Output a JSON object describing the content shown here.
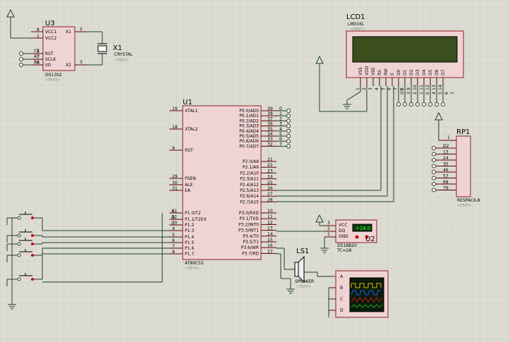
{
  "components": {
    "u3": {
      "ref": "U3",
      "part": "DS1302",
      "text": "<TEXT>",
      "pins_left": [
        {
          "num": "8",
          "name": "VCC1"
        },
        {
          "num": "1",
          "name": "VCC2"
        },
        {
          "num": "5",
          "name": "RST"
        },
        {
          "num": "7",
          "name": "SCLK"
        },
        {
          "num": "6",
          "name": "I/O"
        }
      ],
      "pins_right": [
        {
          "num": "2",
          "name": "X1"
        },
        {
          "num": "3",
          "name": "X2"
        }
      ],
      "net_labels": [
        "C5",
        "A7",
        "B6"
      ]
    },
    "x1": {
      "ref": "X1",
      "part": "CRYSTAL",
      "text": "<TEXT>"
    },
    "lcd1": {
      "ref": "LCD1",
      "part": "LM016L",
      "text": "<TEXT>",
      "pins": [
        {
          "name": "VSS",
          "num": "1"
        },
        {
          "name": "VDD",
          "num": "2"
        },
        {
          "name": "VEE",
          "num": "3"
        },
        {
          "name": "RS",
          "num": "4"
        },
        {
          "name": "RW",
          "num": "5"
        },
        {
          "name": "E",
          "num": "6"
        },
        {
          "name": "D0",
          "num": "7"
        },
        {
          "name": "D1",
          "num": "8"
        },
        {
          "name": "D2",
          "num": "9"
        },
        {
          "name": "D3",
          "num": "10"
        },
        {
          "name": "D4",
          "num": "11"
        },
        {
          "name": "D5",
          "num": "12"
        },
        {
          "name": "D6",
          "num": "13"
        },
        {
          "name": "D7",
          "num": "14"
        }
      ],
      "bus_labels": [
        "D7",
        "3",
        "2",
        "1",
        "0",
        "4",
        "5",
        "6",
        "7"
      ]
    },
    "u1": {
      "ref": "U1",
      "part": "AT89C52",
      "text": "<TEXT>",
      "pins_left": [
        {
          "num": "19",
          "name": "XTAL1"
        },
        {
          "num": "18",
          "name": "XTAL2"
        },
        {
          "num": "9",
          "name": "RST"
        },
        {
          "num": "29",
          "name": "PSEN"
        },
        {
          "num": "30",
          "name": "ALE"
        },
        {
          "num": "31",
          "name": "EA"
        },
        {
          "num": "1",
          "name": "P1.0/T2"
        },
        {
          "num": "2",
          "name": "P1.1/T2EX"
        },
        {
          "num": "3",
          "name": "P1.2"
        },
        {
          "num": "4",
          "name": "P1.3"
        },
        {
          "num": "5",
          "name": "P1.4"
        },
        {
          "num": "6",
          "name": "P1.5"
        },
        {
          "num": "7",
          "name": "P1.6"
        },
        {
          "num": "8",
          "name": "P1.7"
        }
      ],
      "pins_right": [
        {
          "num": "39",
          "name": "P0.0/AD0"
        },
        {
          "num": "38",
          "name": "P0.1/AD1"
        },
        {
          "num": "37",
          "name": "P0.2/AD2"
        },
        {
          "num": "36",
          "name": "P0.3/AD3"
        },
        {
          "num": "35",
          "name": "P0.4/AD4"
        },
        {
          "num": "34",
          "name": "P0.5/AD5"
        },
        {
          "num": "33",
          "name": "P0.6/AD6"
        },
        {
          "num": "32",
          "name": "P0.7/AD7"
        },
        {
          "num": "21",
          "name": "P2.0/A8"
        },
        {
          "num": "22",
          "name": "P2.1/A9"
        },
        {
          "num": "23",
          "name": "P2.2/A10"
        },
        {
          "num": "24",
          "name": "P2.3/A11"
        },
        {
          "num": "25",
          "name": "P2.4/A12"
        },
        {
          "num": "26",
          "name": "P2.5/A13"
        },
        {
          "num": "27",
          "name": "P2.6/A14"
        },
        {
          "num": "28",
          "name": "P2.7/A15"
        },
        {
          "num": "10",
          "name": "P3.0/RXD"
        },
        {
          "num": "11",
          "name": "P3.1/TXD"
        },
        {
          "num": "12",
          "name": "P3.2/INT0"
        },
        {
          "num": "13",
          "name": "P3.3/INT1"
        },
        {
          "num": "14",
          "name": "P3.4/T0"
        },
        {
          "num": "15",
          "name": "P3.5/T1"
        },
        {
          "num": "16",
          "name": "P3.6/WR"
        },
        {
          "num": "17",
          "name": "P3.7/RD"
        }
      ],
      "p0_net_labels": [
        "0",
        "1",
        "2",
        "3",
        "4",
        "5",
        "6",
        "7"
      ],
      "left_net_labels": [
        "A1",
        "B2",
        "C3"
      ]
    },
    "rp1": {
      "ref": "RP1",
      "part": "RESPACK-8",
      "text": "<TEXT>",
      "pin1": "1",
      "net_labels": [
        "D2",
        "13",
        "24",
        "35",
        "46",
        "57",
        "68",
        "79"
      ]
    },
    "u2": {
      "ref": "U2",
      "part": "DS18B20",
      "extra": "TC=28",
      "pins": [
        {
          "num": "3",
          "name": "VCC"
        },
        {
          "num": "2",
          "name": "DQ"
        },
        {
          "num": "1",
          "name": "GND"
        }
      ],
      "display": "+28.0"
    },
    "ls1": {
      "ref": "LS1",
      "part": "SPEAKER",
      "text": "<TEXT>"
    },
    "scope": {
      "channels": [
        "A",
        "B",
        "C",
        "D"
      ],
      "colors": [
        "#e0c000",
        "#2060ff",
        "#c02020",
        "#20a020"
      ]
    }
  }
}
